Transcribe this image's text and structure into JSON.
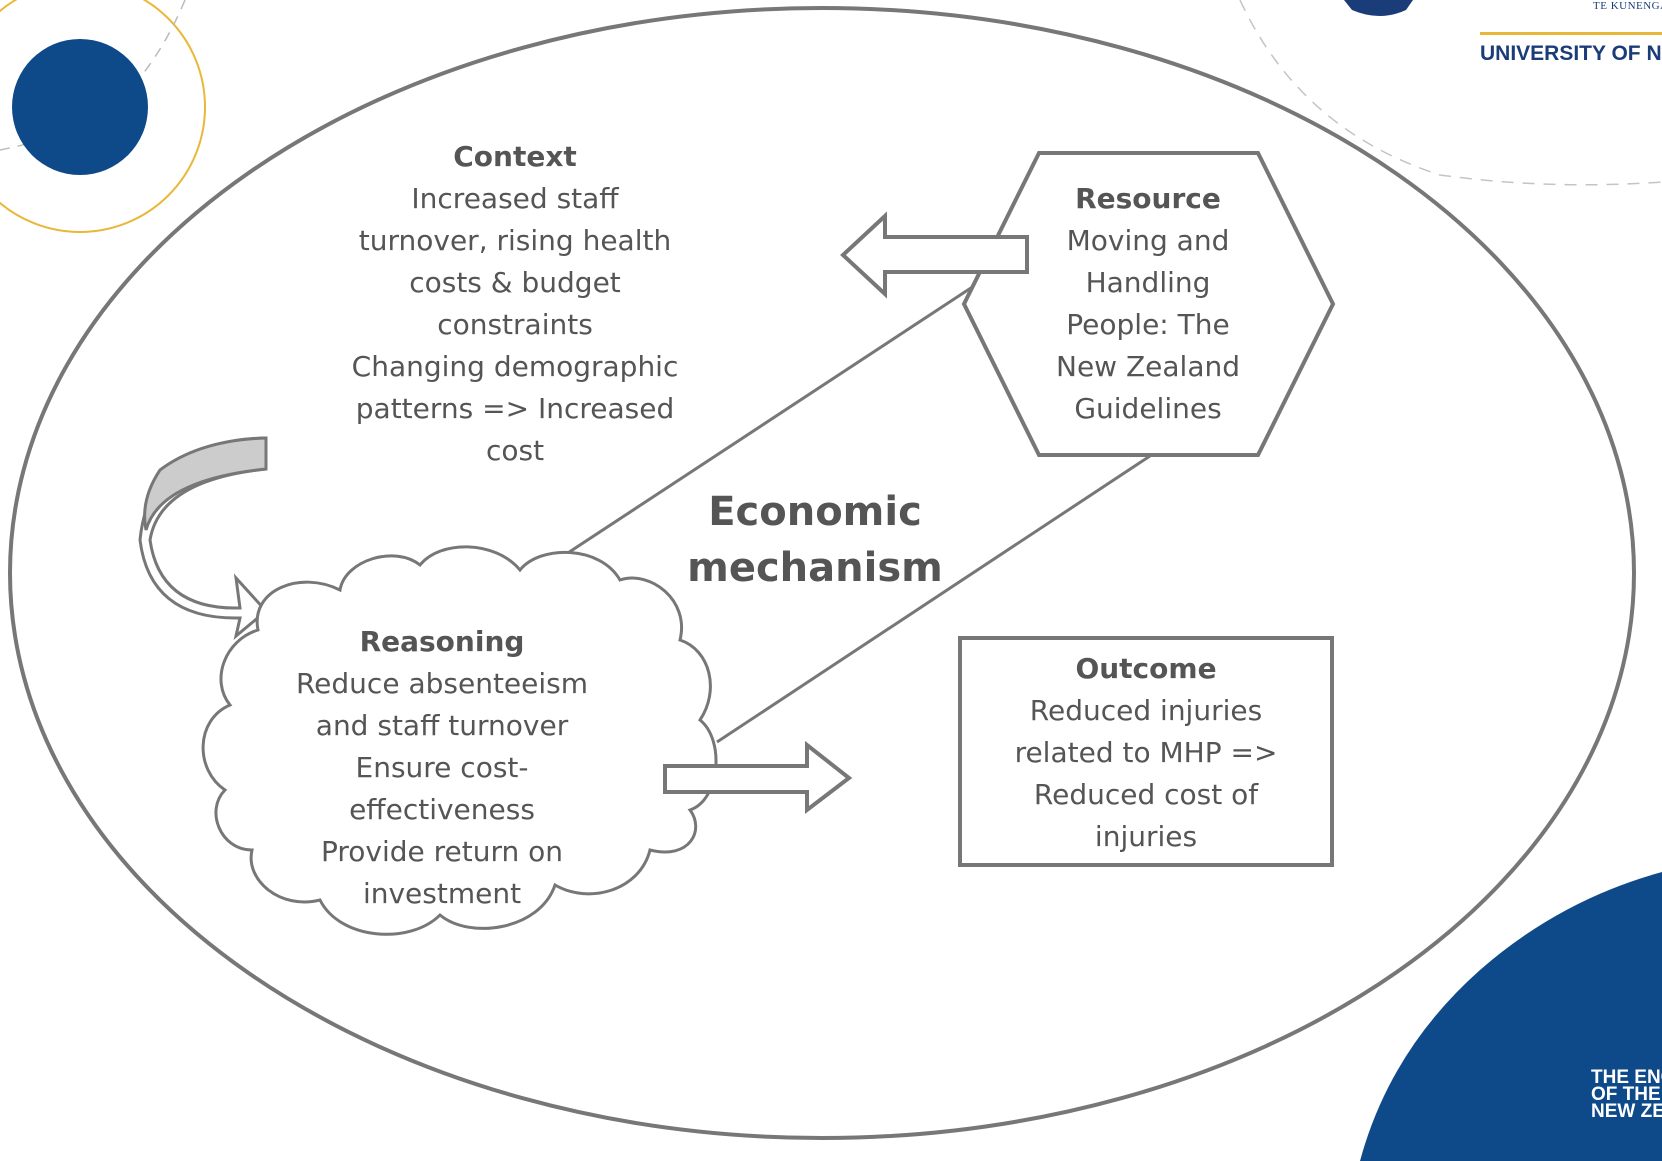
{
  "branding": {
    "university_name": "UNIVERSITY OF NEW",
    "maori_subtitle": "TE KUNENGA K",
    "tagline_line1": "THE ENGIN",
    "tagline_line2a": "OF THE ",
    "tagline_line2b": "NE",
    "tagline_line3": "NEW ZEAL",
    "colors": {
      "navy": "#0e4a8a",
      "gold": "#e9b838",
      "outline": "#777777",
      "text": "#555555"
    }
  },
  "diagram": {
    "center_label": [
      "Economic",
      "mechanism"
    ],
    "context": {
      "heading": "Context",
      "lines": [
        "Increased staff",
        "turnover, rising health",
        "costs & budget",
        "constraints",
        "Changing demographic",
        "patterns => Increased",
        "cost"
      ]
    },
    "resource": {
      "heading": "Resource",
      "lines": [
        "Moving and",
        "Handling",
        "People: The",
        "New Zealand",
        "Guidelines"
      ]
    },
    "reasoning": {
      "heading": "Reasoning",
      "lines": [
        "Reduce absenteeism",
        "and staff turnover",
        "Ensure cost-",
        "effectiveness",
        "Provide return on",
        "investment"
      ]
    },
    "outcome": {
      "heading": "Outcome",
      "lines": [
        "Reduced injuries",
        "related to MHP =>",
        "Reduced cost of",
        "injuries"
      ]
    }
  }
}
